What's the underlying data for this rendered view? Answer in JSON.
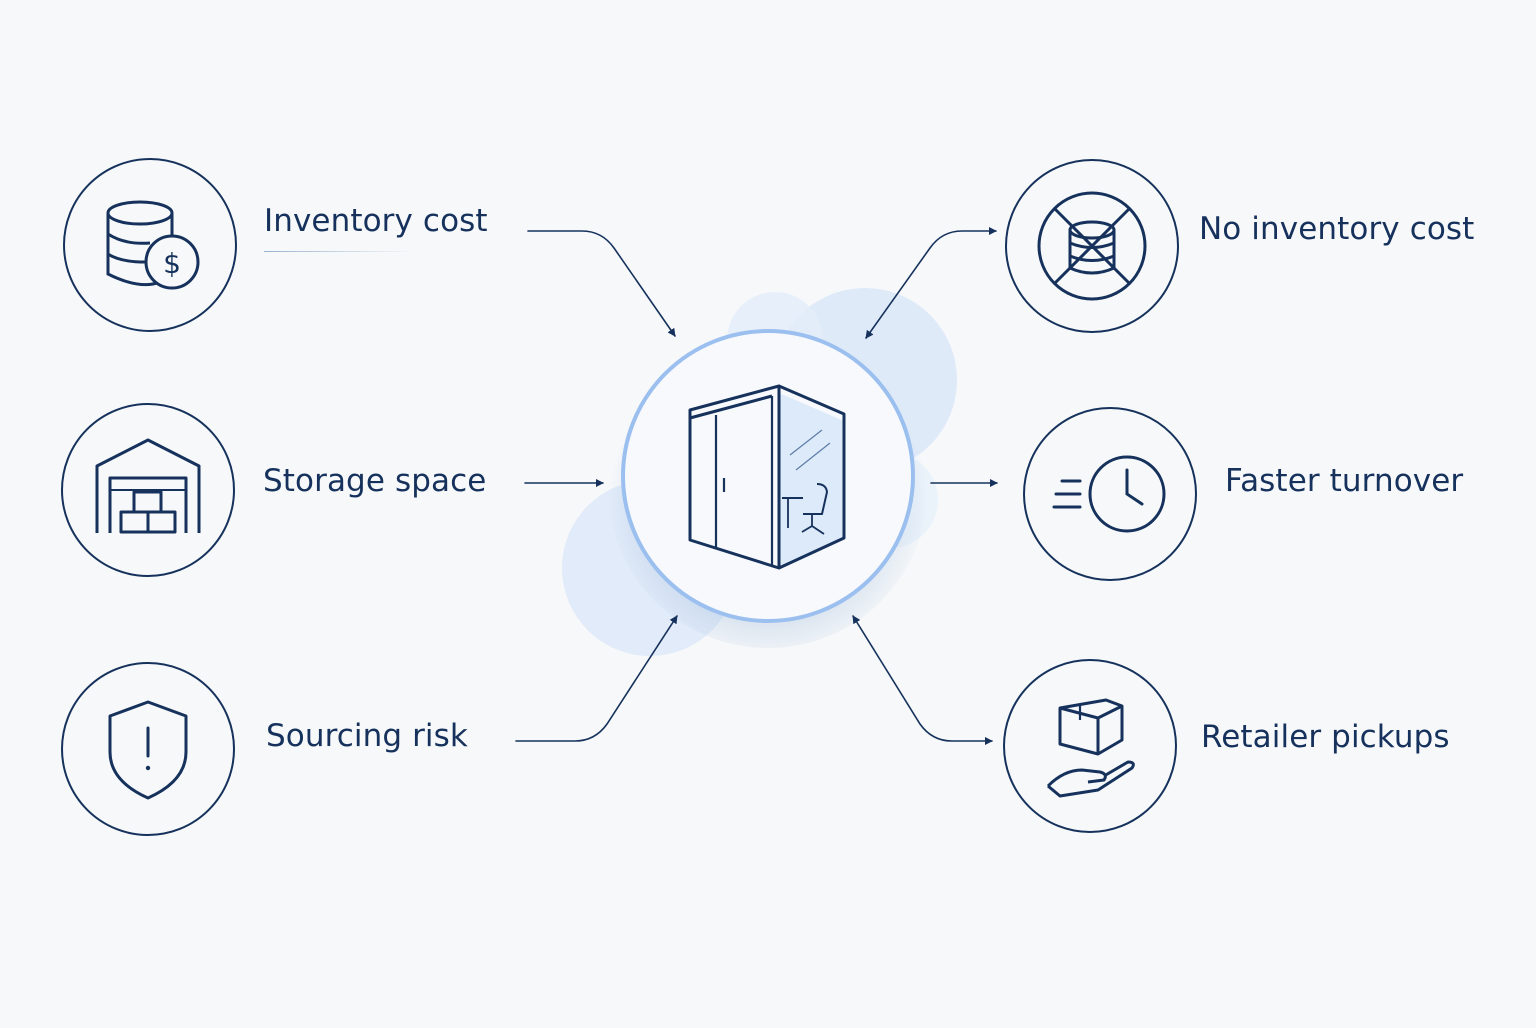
{
  "colors": {
    "background": "#f6f8fa",
    "ink": "#16325c",
    "accent_blue": "#8fb6ec",
    "glow_blue": "#dbe8f8"
  },
  "center": {
    "icon": "office-pod-icon"
  },
  "left_items": [
    {
      "label": "Inventory cost",
      "icon": "database-dollar-icon"
    },
    {
      "label": "Storage space",
      "icon": "warehouse-boxes-icon"
    },
    {
      "label": "Sourcing risk",
      "icon": "shield-warning-icon"
    }
  ],
  "right_items": [
    {
      "label": "No inventory cost",
      "icon": "database-crossed-icon"
    },
    {
      "label": "Faster turnover",
      "icon": "fast-clock-icon"
    },
    {
      "label": "Retailer pickups",
      "icon": "hand-box-icon"
    }
  ]
}
